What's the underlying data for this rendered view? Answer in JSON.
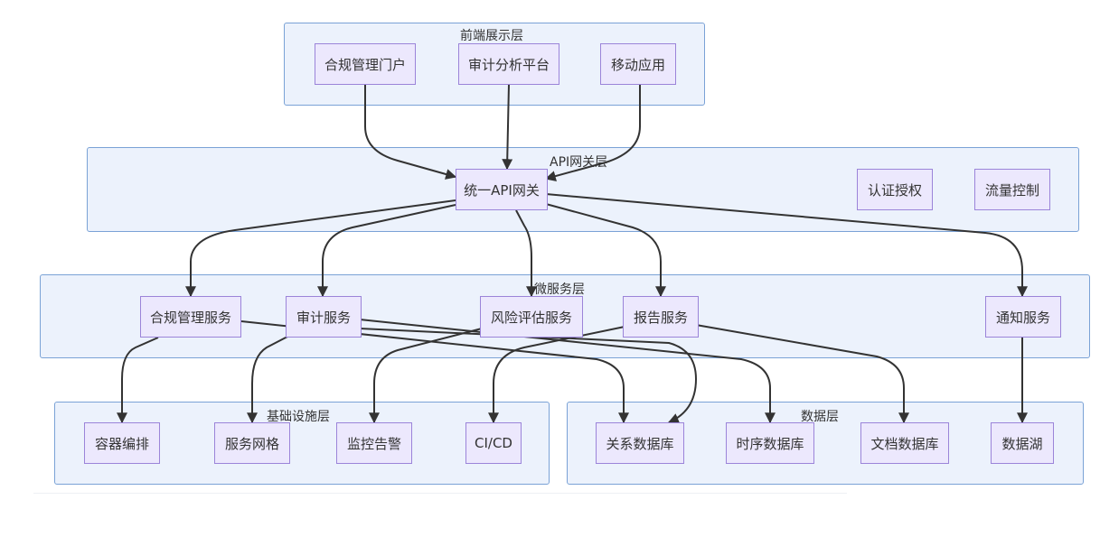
{
  "layers": {
    "frontend": {
      "title": "前端展示层"
    },
    "gateway": {
      "title": "API网关层"
    },
    "microservices": {
      "title": "微服务层"
    },
    "infrastructure": {
      "title": "基础设施层"
    },
    "data": {
      "title": "数据层"
    }
  },
  "nodes": {
    "compliance_portal": "合规管理门户",
    "audit_platform": "审计分析平台",
    "mobile_app": "移动应用",
    "api_gateway": "统一API网关",
    "auth": "认证授权",
    "rate_limit": "流量控制",
    "compliance_service": "合规管理服务",
    "audit_service": "审计服务",
    "risk_service": "风险评估服务",
    "report_service": "报告服务",
    "notify_service": "通知服务",
    "container": "容器编排",
    "service_mesh": "服务网格",
    "monitoring": "监控告警",
    "cicd": "CI/CD",
    "relational_db": "关系数据库",
    "timeseries_db": "时序数据库",
    "document_db": "文档数据库",
    "data_lake": "数据湖"
  },
  "colors": {
    "layer_fill": "#ecf2fc",
    "layer_border": "#7aa2d6",
    "node_fill": "#ece8fd",
    "node_border": "#9b84d9",
    "edge": "#333333"
  }
}
